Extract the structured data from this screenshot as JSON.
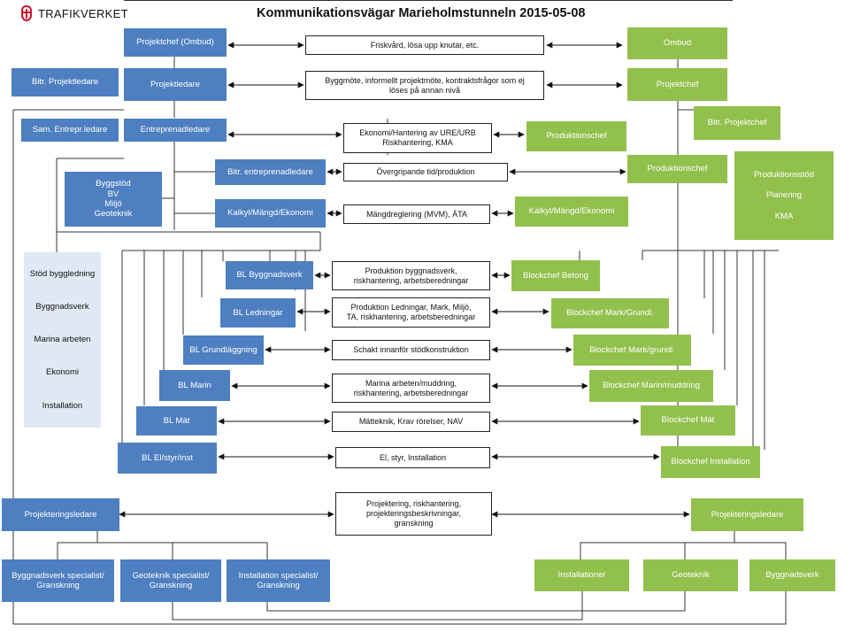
{
  "header": {
    "logo_text": "TRAFIKVERKET",
    "title": "Kommunikationsvägar Marieholmstunneln 2015-05-08"
  },
  "left": {
    "projektchef_ombud": "Projektchef (Ombud)",
    "bitr_projektledare": "Bitr. Projektledare",
    "projektledare": "Projektledare",
    "sam_entrepr_ledare": "Sam. Entrepr.ledare",
    "entreprenadledare": "Entreprenadledare",
    "bitr_entreprenadledare": "Bitr. entreprenadledare",
    "byggstod": [
      "Byggstöd",
      "BV",
      "Miljö",
      "Geoteknik"
    ],
    "kalkyl": "Kalkyl/Mängd/Ekonomi",
    "stod": [
      "Stöd byggledning",
      "Byggnadsverk",
      "Marina arbeten",
      "Ekonomi",
      "Installation"
    ],
    "bl_byggnadsverk": "BL Byggnadsverk",
    "bl_ledningar": "BL Ledningar",
    "bl_grundlaggning": "BL Grundläggning",
    "bl_marin": "BL Marin",
    "bl_mat": "BL Mät",
    "bl_el": "BL  El/styr/inst",
    "projekteringsledare": "Projekteringsledare",
    "specialists": [
      [
        "Byggnadsverk specialist/",
        "Granskning"
      ],
      [
        "Geoteknik specialist/",
        "Granskning"
      ],
      [
        "Installation specialist/",
        "Granskning"
      ]
    ]
  },
  "middle": {
    "r1": [
      "Friskvård, lösa upp knutar, etc."
    ],
    "r2": [
      "Byggmöte, informellt projektmöte, kontraktsfrågor som ej",
      "löses på annan nivå"
    ],
    "r3": [
      "Ekonomi/Hantering av URE/URB",
      "Riskhantering, KMA"
    ],
    "r4": [
      "Övergripande tid/produktion"
    ],
    "r5": [
      "Mängdreglering (MVM),  ÄTA"
    ],
    "r6": [
      "Produktion byggnadsverk,",
      "riskhantering, arbetsberedningar"
    ],
    "r7": [
      "Produktion Ledningar, Mark, Miljö,",
      "TA, riskhantering, arbetsberedningar"
    ],
    "r8": [
      "Schakt innanför stödkonstruktion"
    ],
    "r9": [
      "Marina arbeten/muddring,",
      "riskhantering, arbetsberedningar"
    ],
    "r10": [
      "Mätteknik, Krav rörelser, NAV"
    ],
    "r11": [
      "El, styr, Installation"
    ],
    "r12": [
      "Projektering, riskhantering,",
      "projekteringsbeskrivningar,",
      "granskning"
    ]
  },
  "right": {
    "ombud": "Ombud",
    "projektchef": "Projektchef",
    "bitr_projektchef": "Bitr. Projektchef",
    "produktionschef_1": "Produktionschef",
    "produktionschef_2": "Produktionschef",
    "produktionsstod": [
      "Produktionsstöd",
      "Planering",
      "KMA"
    ],
    "kalkyl": "Kalkyl/Mängd/Ekonomi",
    "blockchef_betong": "Blockchef Betong",
    "blockchef_mark_1": "Blockchef Mark/Grundl.",
    "blockchef_mark_2": "Blockchef Mark/grundl.",
    "blockchef_marin": "Blockchef Marin/muddring",
    "blockchef_mat": "Blockchef Mät",
    "blockchef_installation": "Blockchef Installation",
    "projekteringsledare": "Projekteringsledare",
    "installationer": "Installationer",
    "geoteknik": "Geoteknik",
    "byggnadsverk": "Byggnadsverk"
  },
  "colors": {
    "blue": "#4e7fc0",
    "green": "#92c04d",
    "pale": "#dfe8f3",
    "logo_red": "#c8102e"
  }
}
